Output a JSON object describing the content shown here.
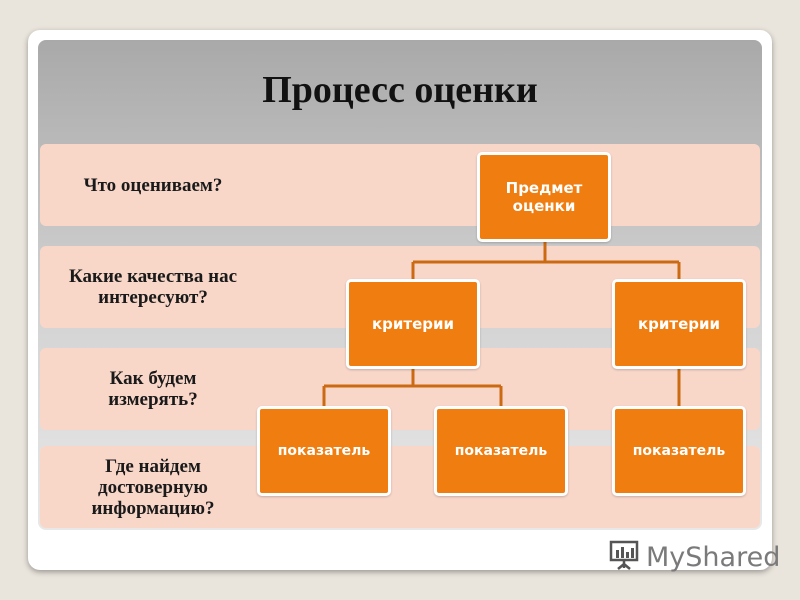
{
  "slide": {
    "title": "Процесс оценки",
    "rows": [
      {
        "question": "Что оцениваем?"
      },
      {
        "question": "Какие качества нас интересуют?"
      },
      {
        "question": "Как будем измерять?"
      },
      {
        "question": "Где найдем достоверную информацию?"
      }
    ],
    "tree": {
      "root": "Предмет оценки",
      "criteria": [
        "критерии",
        "критерии"
      ],
      "indicators": [
        "показатель",
        "показатель",
        "показатель"
      ]
    },
    "colors": {
      "node_fill": "#f07d10",
      "band_fill": "#f8d7c9",
      "connector": "#cc6a12"
    }
  },
  "watermark": {
    "text": "MyShared",
    "icon": "chart-board-icon"
  }
}
